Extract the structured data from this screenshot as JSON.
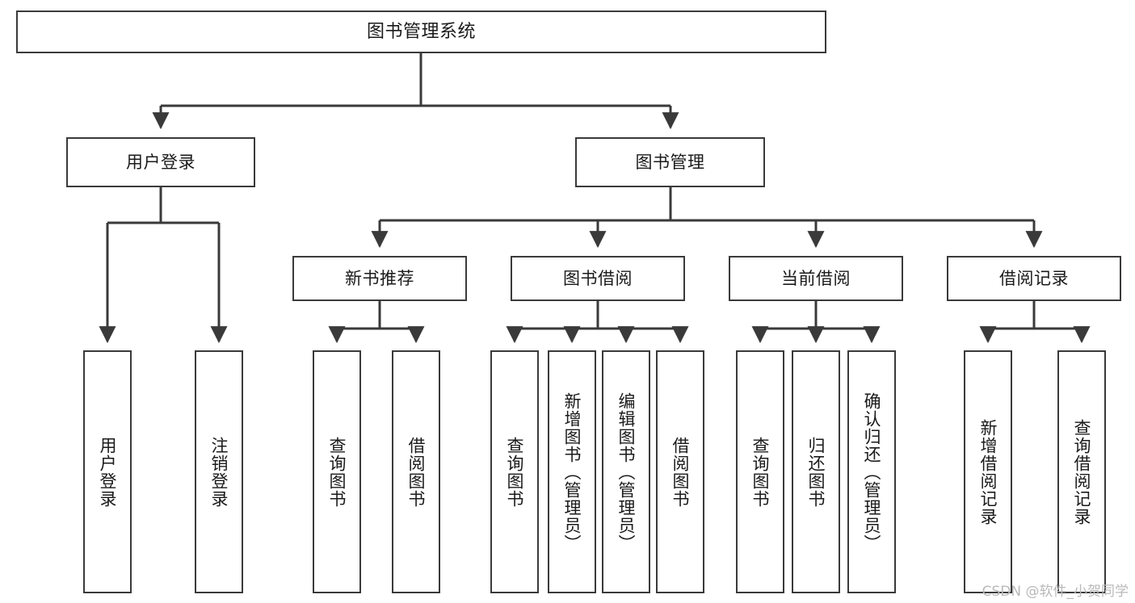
{
  "diagram": {
    "title": "图书管理系统",
    "type": "tree-hierarchy",
    "orientation": "top-down",
    "colors": {
      "box_border": "#3a3a3a",
      "box_fill": "#ffffff",
      "edge": "#3a3a3a",
      "text": "#1a1a1a",
      "watermark": "#b9b9b9"
    },
    "nodes": {
      "root": {
        "label": "图书管理系统"
      },
      "level2": [
        {
          "id": "user-login",
          "label": "用户登录"
        },
        {
          "id": "book-manage",
          "label": "图书管理"
        }
      ],
      "level3": [
        {
          "id": "new-book-recommend",
          "label": "新书推荐"
        },
        {
          "id": "book-borrow",
          "label": "图书借阅"
        },
        {
          "id": "current-borrow",
          "label": "当前借阅"
        },
        {
          "id": "borrow-record",
          "label": "借阅记录"
        }
      ],
      "leaves": {
        "user-login": [
          {
            "id": "leaf-user-login",
            "label": "用户登录"
          },
          {
            "id": "leaf-user-logout",
            "label": "注销登录"
          }
        ],
        "new-book-recommend": [
          {
            "id": "leaf-query-book-1",
            "label": "查询图书"
          },
          {
            "id": "leaf-borrow-book-1",
            "label": "借阅图书"
          }
        ],
        "book-borrow": [
          {
            "id": "leaf-query-book-2",
            "label": "查询图书"
          },
          {
            "id": "leaf-add-book",
            "label": "新增图书（管理员）"
          },
          {
            "id": "leaf-edit-book",
            "label": "编辑图书（管理员）"
          },
          {
            "id": "leaf-borrow-book-2",
            "label": "借阅图书"
          }
        ],
        "current-borrow": [
          {
            "id": "leaf-query-book-3",
            "label": "查询图书"
          },
          {
            "id": "leaf-return-book",
            "label": "归还图书"
          },
          {
            "id": "leaf-confirm-return",
            "label": "确认归还（管理员）"
          }
        ],
        "borrow-record": [
          {
            "id": "leaf-add-record",
            "label": "新增借阅记录"
          },
          {
            "id": "leaf-query-record",
            "label": "查询借阅记录"
          }
        ]
      }
    },
    "watermark": "CSDN @软件_小贺同学"
  }
}
